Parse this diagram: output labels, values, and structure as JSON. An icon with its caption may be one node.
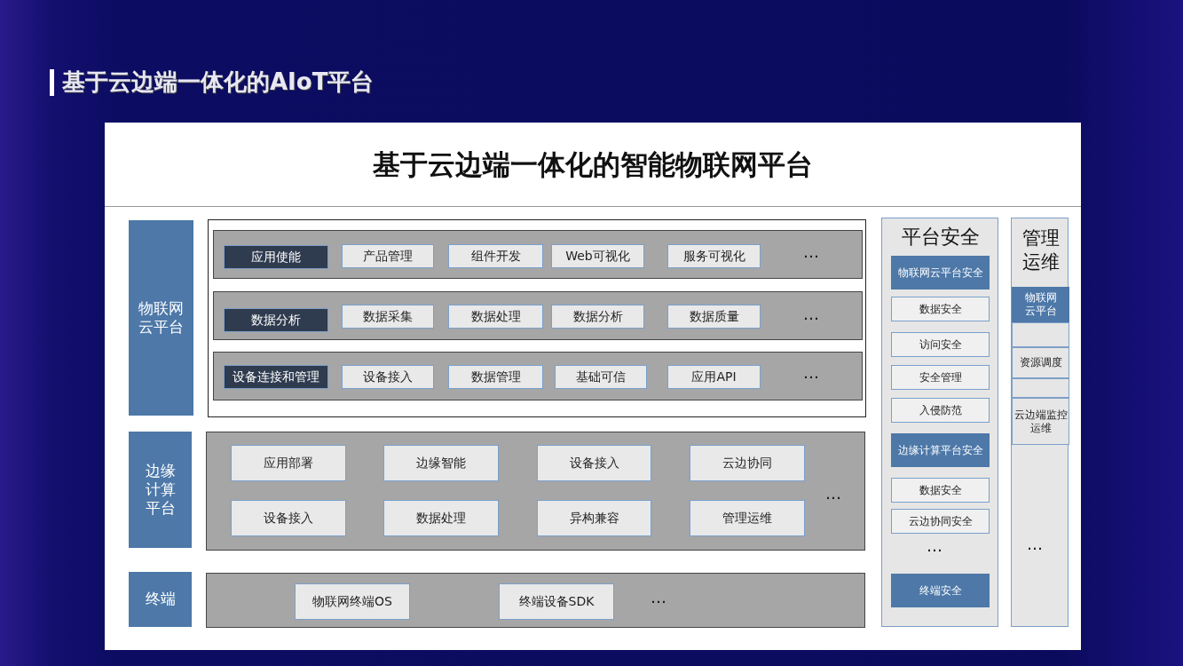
{
  "diagram": {
    "title": "基于云边端一体化的AIoT平台",
    "nodes": [
      {
        "text": [
          "基于云边端一体化的智能物联网平台"
        ]
      },
      {
        "text": [
          "物联网云平台"
        ],
        "in": 0
      },
      {
        "text": [],
        "shape": "box",
        "in": 0
      },
      {
        "text": [],
        "shape": "box",
        "in": 2
      },
      {
        "text": [
          "应用使能"
        ],
        "in": 3
      },
      {
        "text": [
          "产品管理"
        ],
        "in": 3
      },
      {
        "text": [
          "组件开发"
        ],
        "in": 3
      },
      {
        "text": [
          "Web可视化"
        ],
        "in": 3
      },
      {
        "text": [
          "服务可视化"
        ],
        "in": 3
      },
      {
        "text": [],
        "shape": "box",
        "in": 2
      },
      {
        "text": [
          "数据分析"
        ],
        "in": 9
      },
      {
        "text": [
          "数据采集"
        ],
        "in": 9
      },
      {
        "text": [
          "数据处理"
        ],
        "in": 9
      },
      {
        "text": [
          "数据分析"
        ],
        "in": 9
      },
      {
        "text": [
          "数据质量"
        ],
        "in": 9
      },
      {
        "text": [],
        "shape": "box",
        "in": 2
      },
      {
        "text": [
          "设备连接和管理"
        ],
        "in": 15
      },
      {
        "text": [
          "设备接入"
        ],
        "in": 15
      },
      {
        "text": [
          "数据管理"
        ],
        "in": 15
      },
      {
        "text": [
          "基础可信"
        ],
        "in": 15
      },
      {
        "text": [
          "应用API"
        ],
        "in": 15
      },
      {
        "text": [
          "边缘计算平台"
        ],
        "in": 0
      },
      {
        "text": [],
        "shape": "box",
        "in": 0
      },
      {
        "text": [
          "应用部署"
        ],
        "in": 22
      },
      {
        "text": [
          "边缘智能"
        ],
        "in": 22
      },
      {
        "text": [
          "设备接入"
        ],
        "in": 22
      },
      {
        "text": [
          "云边协同"
        ],
        "in": 22
      },
      {
        "text": [
          "设备接入"
        ],
        "in": 22
      },
      {
        "text": [
          "数据处理"
        ],
        "in": 22
      },
      {
        "text": [
          "异构兼容"
        ],
        "in": 22
      },
      {
        "text": [
          "管理运维"
        ],
        "in": 22
      },
      {
        "text": [
          "终端"
        ],
        "in": 0
      },
      {
        "text": [],
        "shape": "box",
        "in": 0
      },
      {
        "text": [
          "物联网终端OS"
        ],
        "in": 32
      },
      {
        "text": [
          "终端设备SDK"
        ],
        "in": 32
      },
      {
        "text": [
          "平台安全"
        ],
        "in": 0
      },
      {
        "text": [
          "物联网云平台安全"
        ],
        "in": 35
      },
      {
        "text": [
          "数据安全"
        ],
        "in": 35
      },
      {
        "text": [
          "访问安全"
        ],
        "in": 35
      },
      {
        "text": [
          "安全管理"
        ],
        "in": 35
      },
      {
        "text": [
          "入侵防范"
        ],
        "in": 35
      },
      {
        "text": [
          "边缘计算平台安全"
        ],
        "in": 35
      },
      {
        "text": [
          "数据安全"
        ],
        "in": 35
      },
      {
        "text": [
          "云边协同安全"
        ],
        "in": 35
      },
      {
        "text": [
          "终端安全"
        ],
        "in": 35
      },
      {
        "text": [
          "管理运维"
        ],
        "in": 0
      },
      {
        "text": [
          "物联网云平台"
        ],
        "in": 45
      },
      {
        "text": [],
        "shape": "box",
        "in": 45
      },
      {
        "text": [
          "资源调度"
        ],
        "in": 45
      },
      {
        "text": [],
        "shape": "box",
        "in": 45
      },
      {
        "text": [
          "云边端监控运维"
        ],
        "in": 45
      }
    ],
    "labels": [
      "…",
      "…",
      "…",
      "…",
      "…",
      "…",
      "…"
    ]
  }
}
